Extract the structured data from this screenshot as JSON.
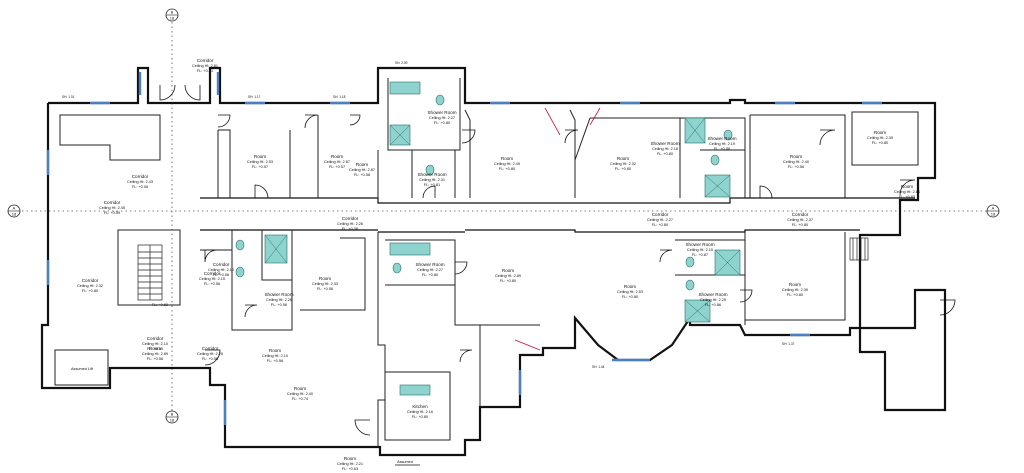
{
  "grid": {
    "left_label": "A",
    "right_label": "A",
    "top_label": "B",
    "bottom_label": "B",
    "sheet": "18"
  },
  "rooms": [
    {
      "id": "corridor-top",
      "name": "Corridor",
      "ceiling": "Ceiling Ht: 2.81",
      "fl": "FL: +0.01"
    },
    {
      "id": "corridor-west",
      "name": "Corridor",
      "ceiling": "Ceiling Ht: 2.43",
      "fl": "FL: +0.06"
    },
    {
      "id": "corridor-west-2",
      "name": "Corridor",
      "ceiling": "Ceiling Ht: 2.45",
      "fl": "FL: +0.59"
    },
    {
      "id": "corridor-sw",
      "name": "Corridor",
      "ceiling": "Ceiling Ht: 2.32",
      "fl": "FL: +0.80"
    },
    {
      "id": "room-1",
      "name": "Room",
      "ceiling": "Ceiling Ht: 2.53",
      "fl": "FL: +0.57"
    },
    {
      "id": "room-2",
      "name": "Room",
      "ceiling": "Ceiling Ht: 2.87",
      "fl": "FL: +0.57"
    },
    {
      "id": "room-3",
      "name": "Room",
      "ceiling": "Ceiling Ht: 2.87",
      "fl": "FL: +0.58"
    },
    {
      "id": "shower-1",
      "name": "Shower Room",
      "ceiling": "Ceiling Ht: 2.27",
      "fl": "FL: +0.80"
    },
    {
      "id": "shower-2",
      "name": "Shower Room",
      "ceiling": "Ceiling Ht: 2.31",
      "fl": "FL: +0.81"
    },
    {
      "id": "room-4",
      "name": "Room",
      "ceiling": "Ceiling Ht: 2.49",
      "fl": "FL: +0.80"
    },
    {
      "id": "room-5",
      "name": "Room",
      "ceiling": "Ceiling Ht: 2.32",
      "fl": "FL: +0.80"
    },
    {
      "id": "shower-3",
      "name": "Shower Room",
      "ceiling": "Ceiling Ht: 2.18",
      "fl": "FL: +0.80"
    },
    {
      "id": "shower-4",
      "name": "Shower Room",
      "ceiling": "Ceiling Ht: 2.19",
      "fl": "FL: +0.88"
    },
    {
      "id": "room-6",
      "name": "Room",
      "ceiling": "Ceiling Ht: 2.40",
      "fl": "FL: +0.56"
    },
    {
      "id": "room-7",
      "name": "Room",
      "ceiling": "Ceiling Ht: 2.39",
      "fl": "FL: +0.80"
    },
    {
      "id": "room-8",
      "name": "Room",
      "ceiling": "Ceiling Ht: 2.84",
      "fl": "FL: +0.83"
    },
    {
      "id": "corridor-mid",
      "name": "Corridor",
      "ceiling": "Ceiling Ht: 2.26",
      "fl": "FL: +0.58"
    },
    {
      "id": "corridor-mid-2",
      "name": "Corridor",
      "ceiling": "Ceiling Ht: 2.27",
      "fl": "FL: +0.80"
    },
    {
      "id": "corridor-east",
      "name": "Corridor",
      "ceiling": "Ceiling Ht: 2.37",
      "fl": "FL: +0.80"
    },
    {
      "id": "corridor-s1",
      "name": "Corridor",
      "ceiling": "Ceiling Ht: 2.10",
      "fl": "FL: +0.56"
    },
    {
      "id": "corridor-s2",
      "name": "Corridor",
      "ceiling": "Ceiling Ht: 2.15",
      "fl": "FL: +0.56"
    },
    {
      "id": "shower-5",
      "name": "Shower Room",
      "ceiling": "Ceiling Ht: 2.26",
      "fl": "FL: +0.56"
    },
    {
      "id": "room-9",
      "name": "Room",
      "ceiling": "Ceiling Ht: 2.33",
      "fl": "FL: +0.56"
    },
    {
      "id": "shower-6",
      "name": "Shower Room",
      "ceiling": "Ceiling Ht: 2.27",
      "fl": "FL: +0.80"
    },
    {
      "id": "room-10",
      "name": "Room",
      "ceiling": "Ceiling Ht: 2.89",
      "fl": "FL: +0.80"
    },
    {
      "id": "room-11",
      "name": "Room",
      "ceiling": "Ceiling Ht: 2.53",
      "fl": "FL: +0.80"
    },
    {
      "id": "shower-7",
      "name": "Shower Room",
      "ceiling": "Ceiling Ht: 2.15",
      "fl": "FL: +0.87"
    },
    {
      "id": "shower-8",
      "name": "Shower Room",
      "ceiling": "Ceiling Ht: 2.25",
      "fl": "FL: +0.86"
    },
    {
      "id": "room-12",
      "name": "Room",
      "ceiling": "Ceiling Ht: 2.39",
      "fl": "FL: +0.80"
    },
    {
      "id": "corridor-sw2",
      "name": "Corridor",
      "ceiling": "Ceiling Ht: 2.10",
      "fl": "FL: +0.59"
    },
    {
      "id": "room-13",
      "name": "Room",
      "ceiling": "Ceiling Ht: 2.89",
      "fl": "FL: +0.56"
    },
    {
      "id": "corridor-s3",
      "name": "Corridor",
      "ceiling": "Ceiling Ht: 2.25",
      "fl": "FL: +0.56"
    },
    {
      "id": "room-14",
      "name": "Room",
      "ceiling": "Ceiling Ht: 2.10",
      "fl": "FL: +0.56"
    },
    {
      "id": "room-15",
      "name": "Room",
      "ceiling": "Ceiling Ht: 2.40",
      "fl": "FL: +0.74"
    },
    {
      "id": "kitchen",
      "name": "Kitchen",
      "ceiling": "Ceiling Ht: 2.16",
      "fl": "FL: +0.80"
    },
    {
      "id": "room-16",
      "name": "Room",
      "ceiling": "Ceiling Ht: 2.21",
      "fl": "FL: +0.63"
    }
  ],
  "labels": {
    "assumed_lift": "Assumed Lift",
    "assumed_wall": "Assumed",
    "stair_fl": "FL: +0.62"
  },
  "sill_tags": [
    "SH: 1.01",
    "SH: 1.17",
    "SH: 1.18",
    "SH: 2.09",
    "SH: 1.44",
    "SH: 1.37"
  ],
  "colors": {
    "wall": "#111111",
    "window": "#4a7fc1",
    "door_swing": "#c0143c",
    "fixture": "#8fd3cf"
  }
}
